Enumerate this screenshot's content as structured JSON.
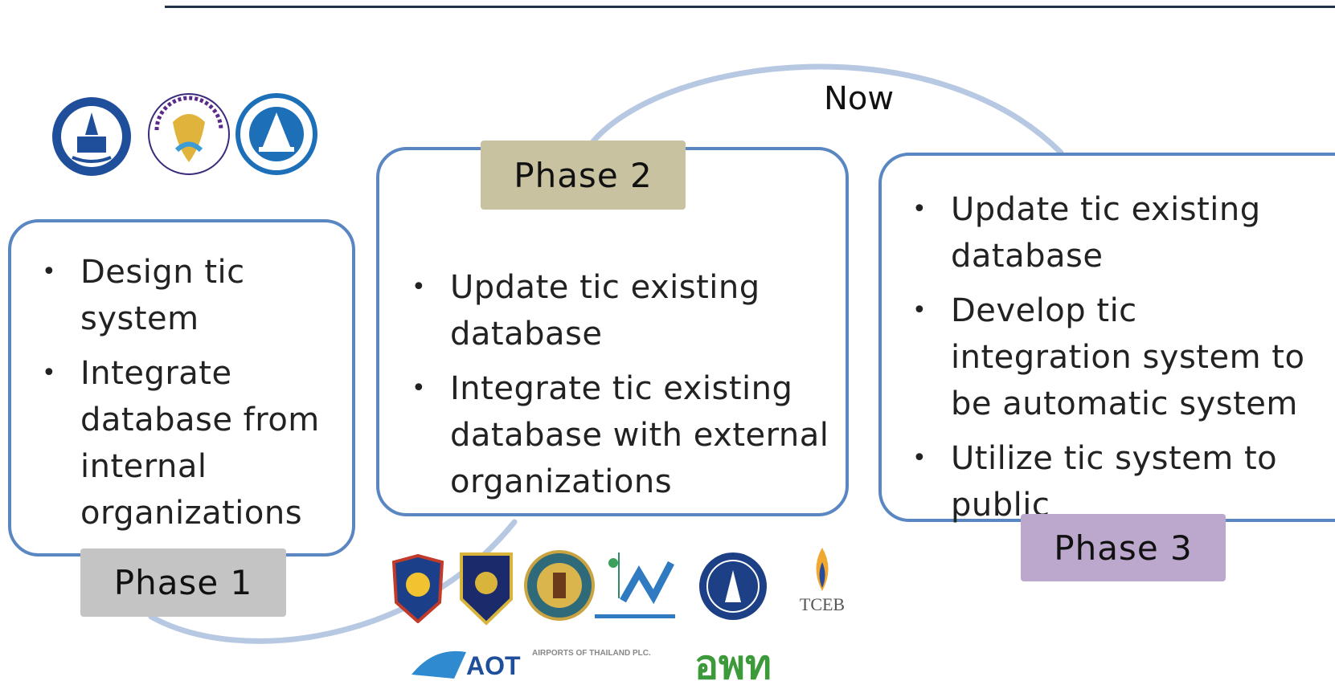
{
  "header_line": true,
  "now_label": "Now",
  "phases": [
    {
      "label": "Phase 1",
      "color": "#c4c4c4",
      "items": [
        "Design tic system",
        "Integrate database from internal organizations"
      ]
    },
    {
      "label": "Phase 2",
      "color": "#c9c2a0",
      "items": [
        "Update tic existing database",
        "Integrate tic existing database with external organizations"
      ]
    },
    {
      "label": "Phase 3",
      "color": "#bba8cc",
      "items": [
        "Update tic existing database",
        "Develop tic integration system to be automatic system",
        "Utilize tic system to public"
      ]
    }
  ],
  "logos": {
    "top_left": [
      "ministry-of-tourism-and-sports-seal",
      "department-of-tourism-logo",
      "tourism-authority-of-thailand-logo"
    ],
    "bottom": [
      "tourist-police-badge",
      "immigration-bureau-badge",
      "national-office-seal",
      "national-statistical-office-logo",
      "bank-of-thailand-seal",
      "tceb-logo",
      "aot-logo",
      "dasta-logo"
    ],
    "tceb_text": "TCEB",
    "aot_text": "AOT",
    "aot_subtitle": "AIRPORTS OF THAILAND PLC.",
    "dasta_text": "อพท"
  },
  "colors": {
    "box_border": "#5a86c2",
    "arc": "#b7c8e2",
    "rule": "#22324a"
  }
}
